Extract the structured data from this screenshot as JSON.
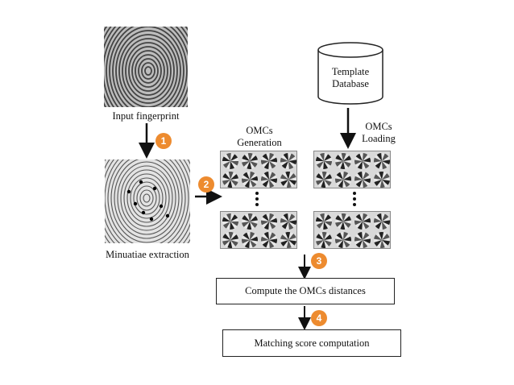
{
  "input_label": "Input fingerprint",
  "minutiae_label": "Minuatiae extraction",
  "database_label_line1": "Template",
  "database_label_line2": "Database",
  "omc_gen_line1": "OMCs",
  "omc_gen_line2": "Generation",
  "omc_load_line1": "OMCs",
  "omc_load_line2": "Loading",
  "steps": [
    "1",
    "2",
    "3",
    "4"
  ],
  "compute_box": "Compute the OMCs distances",
  "matching_box": "Matching score computation",
  "colors": {
    "badge": "#ed8b2f",
    "arrow": "#111111",
    "box_border": "#222222"
  },
  "icons": [
    "fingerprint-image",
    "minutiae-fingerprint-image",
    "database-cylinder-icon",
    "omc-grid-image",
    "vertical-ellipsis-icon",
    "arrow-icon"
  ]
}
